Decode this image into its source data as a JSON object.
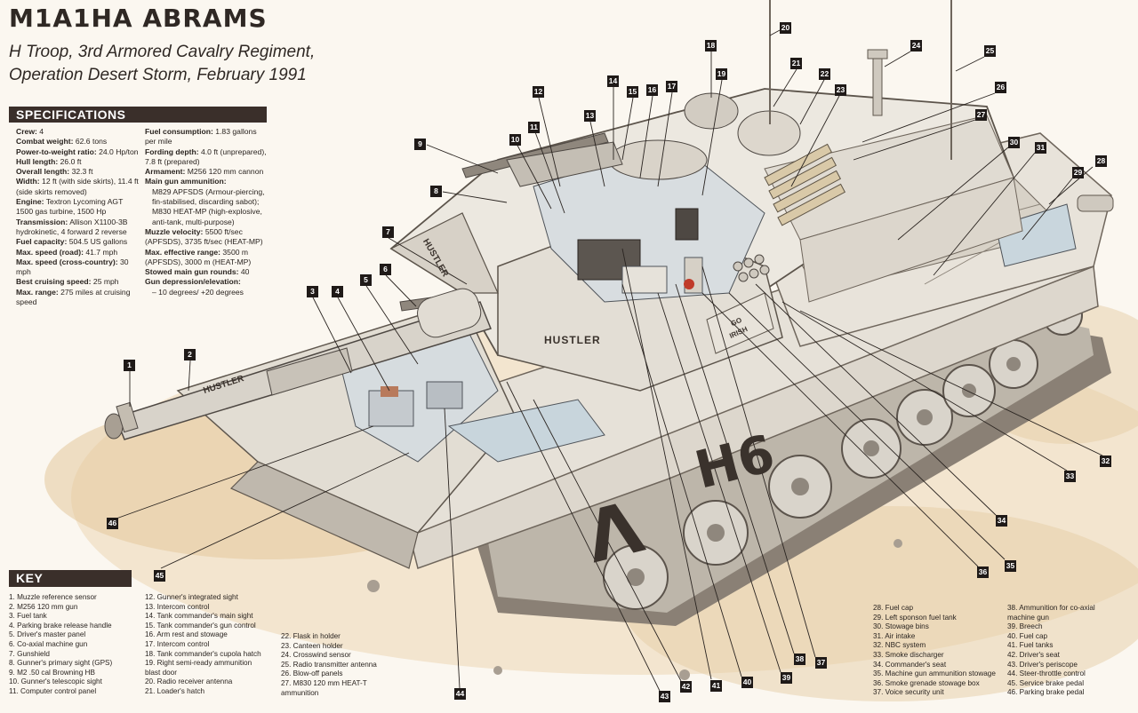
{
  "header": {
    "title": "M1A1HA ABRAMS",
    "subtitle_line1": "H Troop, 3rd Armored Cavalry Regiment,",
    "subtitle_line2": "Operation Desert Storm, February 1991"
  },
  "hull_markings": {
    "name": "HUSTLER",
    "turret_name": "HUSTLER",
    "side_code": "H6",
    "side_chevron": "Λ",
    "basket_sign_line1": "GO",
    "basket_sign_line2": "IRISH"
  },
  "specifications": {
    "heading": "SPECIFICATIONS",
    "col1": [
      {
        "label": "Crew:",
        "value": "4"
      },
      {
        "label": "Combat weight:",
        "value": "62.6 tons"
      },
      {
        "label": "Power-to-weight ratio:",
        "value": "24.0 Hp/ton"
      },
      {
        "label": "Hull length:",
        "value": "26.0 ft"
      },
      {
        "label": "Overall length:",
        "value": "32.3 ft"
      },
      {
        "label": "Width:",
        "value": "12 ft (with side skirts), 11.4 ft (side skirts removed)"
      },
      {
        "label": "Engine:",
        "value": "Textron Lycoming AGT 1500 gas turbine, 1500 Hp"
      },
      {
        "label": "Transmission:",
        "value": "Allison X1100-3B hydrokinetic, 4 forward 2 reverse"
      },
      {
        "label": "Fuel capacity:",
        "value": "504.5 US gallons"
      },
      {
        "label": "Max. speed (road):",
        "value": "41.7 mph"
      },
      {
        "label": "Max. speed (cross-country):",
        "value": "30 mph"
      },
      {
        "label": "Best cruising speed:",
        "value": "25 mph"
      },
      {
        "label": "Max. range:",
        "value": "275 miles at cruising speed"
      }
    ],
    "col2": [
      {
        "label": "Fuel consumption:",
        "value": "1.83 gallons per mile"
      },
      {
        "label": "Fording depth:",
        "value": "4.0 ft (unprepared), 7.8 ft (prepared)"
      },
      {
        "label": "Armament:",
        "value": "M256 120 mm cannon"
      },
      {
        "label": "Main gun ammunition:",
        "value": ""
      },
      {
        "label": "",
        "value": "M829 APFSDS (Armour-piercing, fin-stabilised, discarding sabot);"
      },
      {
        "label": "",
        "value": "M830 HEAT-MP (high-explosive, anti-tank, multi-purpose)"
      },
      {
        "label": "Muzzle velocity:",
        "value": "5500 ft/sec (APFSDS), 3735 ft/sec (HEAT-MP)"
      },
      {
        "label": "Max. effective range:",
        "value": "3500 m (APFSDS), 3000 m (HEAT-MP)"
      },
      {
        "label": "Stowed main gun rounds:",
        "value": "40"
      },
      {
        "label": "Gun depression/elevation:",
        "value": ""
      },
      {
        "label": "",
        "value": "– 10 degrees/ +20 degrees"
      }
    ]
  },
  "key": {
    "heading": "KEY",
    "col1": [
      "1. Muzzle reference sensor",
      "2. M256 120 mm gun",
      "3. Fuel tank",
      "4. Parking brake release handle",
      "5. Driver's master panel",
      "6. Co-axial machine gun",
      "7. Gunshield",
      "8. Gunner's primary sight (GPS)",
      "9. M2 .50 cal Browning HB",
      "10. Gunner's telescopic sight",
      "11. Computer control panel"
    ],
    "col2": [
      "12. Gunner's integrated sight",
      "13. Intercom control",
      "14. Tank commander's main sight",
      "15. Tank commander's gun control",
      "16. Arm rest and stowage",
      "17. Intercom control",
      "18. Tank commander's cupola hatch",
      "19. Right semi-ready ammunition",
      "    blast door",
      "20. Radio receiver antenna",
      "21. Loader's hatch"
    ],
    "col3": [
      "22. Flask in holder",
      "23. Canteen holder",
      "24. Crosswind sensor",
      "25. Radio transmitter antenna",
      "26. Blow-off panels",
      "27. M830 120 mm HEAT-T",
      "    ammunition"
    ],
    "col4": [
      "28. Fuel cap",
      "29. Left sponson fuel tank",
      "30. Stowage bins",
      "31. Air intake",
      "32. NBC system",
      "33. Smoke discharger",
      "34. Commander's seat",
      "35. Machine gun ammunition stowage",
      "36. Smoke grenade stowage box",
      "37. Voice security unit"
    ],
    "col5": [
      "38. Ammunition for co-axial",
      "    machine gun",
      "39. Breech",
      "40. Fuel cap",
      "41. Fuel tanks",
      "42. Driver's seat",
      "43. Driver's periscope",
      "44. Steer-throttle control",
      "45. Service brake pedal",
      "46. Parking brake pedal"
    ]
  },
  "callout_numbers": [
    "1",
    "2",
    "3",
    "4",
    "5",
    "6",
    "7",
    "8",
    "9",
    "10",
    "11",
    "12",
    "13",
    "14",
    "15",
    "16",
    "17",
    "18",
    "19",
    "20",
    "21",
    "22",
    "23",
    "24",
    "25",
    "26",
    "27",
    "28",
    "29",
    "30",
    "31",
    "32",
    "33",
    "34",
    "35",
    "36",
    "37",
    "38",
    "39",
    "40",
    "41",
    "42",
    "43",
    "44",
    "45",
    "46"
  ],
  "colors": {
    "hull_light": "#e8e3da",
    "hull_shadow": "#c9c2b6",
    "panel_dark": "#3a2f2a",
    "sand": "#e6cfa8",
    "callout_box": "#1f1a18",
    "leader_line": "#2a2420",
    "accent_red": "#c03a2a"
  }
}
